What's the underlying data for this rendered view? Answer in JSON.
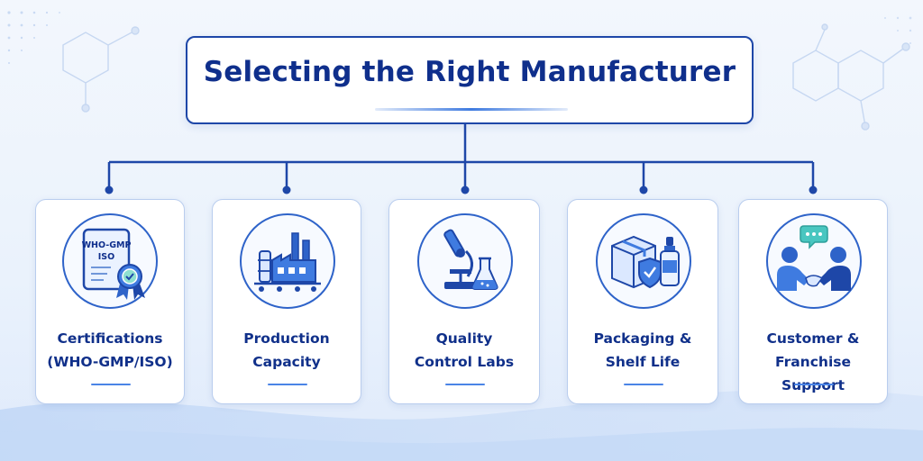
{
  "title": "Selecting the Right Manufacturer",
  "colors": {
    "primary": "#1e47a8",
    "title_text": "#0f2f8c",
    "accent": "#3f7be0",
    "card_border": "#b9cdee"
  },
  "cards": [
    {
      "label_line1": "Certifications",
      "label_line2": "(WHO-GMP/ISO)",
      "icon": "certificate-icon",
      "icon_text_1": "WHO-GMP",
      "icon_text_2": "ISO"
    },
    {
      "label_line1": "Production",
      "label_line2": "Capacity",
      "icon": "factory-icon"
    },
    {
      "label_line1": "Quality",
      "label_line2": "Control Labs",
      "icon": "microscope-icon"
    },
    {
      "label_line1": "Packaging &",
      "label_line2": "Shelf Life",
      "icon": "package-shield-icon"
    },
    {
      "label_line1": "Customer &",
      "label_line2": "Franchise Support",
      "icon": "handshake-icon"
    }
  ]
}
